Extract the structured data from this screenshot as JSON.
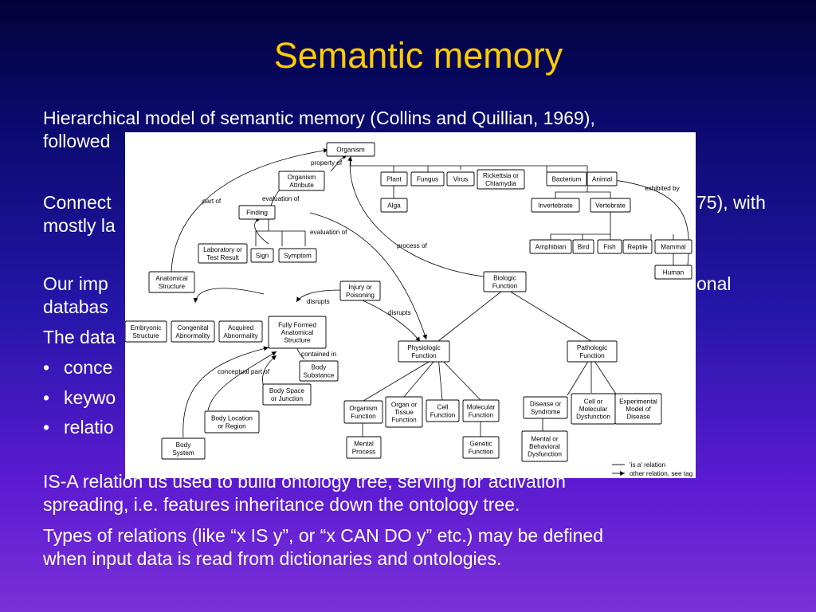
{
  "slide": {
    "title": "Semantic memory",
    "lines": [
      "Hierarchical model of semantic memory (Collins and Quillian, 1969),",
      "followed",
      "Connect",
      "75), with",
      "mostly la",
      "Our imp",
      "onal",
      "databas",
      "The data",
      "IS-A relation us used to build ontology tree, serving for activation",
      "spreading, i.e. features inheritance down the ontology tree.",
      "Types of relations (like “x IS y”, or “x CAN DO y” etc.) may be defined",
      "when input data is read from dictionaries and ontologies."
    ],
    "bullets": [
      "conce",
      "keywo",
      "relatio"
    ],
    "bullet_char": "•"
  },
  "diagram": {
    "nodes": [
      [
        "Organism"
      ],
      [
        "Organism",
        "Attribute"
      ],
      [
        "Plant"
      ],
      [
        "Fungus"
      ],
      [
        "Virus"
      ],
      [
        "Rickettsia or",
        "Chlamydia"
      ],
      [
        "Bacterium"
      ],
      [
        "Animal"
      ],
      [
        "Alga"
      ],
      [
        "Invertebrate"
      ],
      [
        "Vertebrate"
      ],
      [
        "Finding"
      ],
      [
        "Laboratory or",
        "Test Result"
      ],
      [
        "Sign"
      ],
      [
        "Symptom"
      ],
      [
        "Amphibian"
      ],
      [
        "Bird"
      ],
      [
        "Fish"
      ],
      [
        "Reptile"
      ],
      [
        "Mammal"
      ],
      [
        "Human"
      ],
      [
        "Anatomical",
        "Structure"
      ],
      [
        "Injury or",
        "Poisoning"
      ],
      [
        "Biologic",
        "Function"
      ],
      [
        "Embryonic",
        "Structure"
      ],
      [
        "Congenital",
        "Abnormality"
      ],
      [
        "Acquired",
        "Abnormality"
      ],
      [
        "Fully Formed",
        "Anatomical",
        "Structure"
      ],
      [
        "Physiologic",
        "Function"
      ],
      [
        "Pathologic",
        "Function"
      ],
      [
        "Body",
        "Substance"
      ],
      [
        "Body Space",
        "or Junction"
      ],
      [
        "Body Location",
        "or Region"
      ],
      [
        "Body",
        "System"
      ],
      [
        "Organism",
        "Function"
      ],
      [
        "Organ or",
        "Tissue",
        "Function"
      ],
      [
        "Cell",
        "Function"
      ],
      [
        "Molecular",
        "Function"
      ],
      [
        "Disease or",
        "Syndrome"
      ],
      [
        "Cell or",
        "Molecular",
        "Dysfunction"
      ],
      [
        "Experimental",
        "Model of",
        "Disease"
      ],
      [
        "Mental",
        "Process"
      ],
      [
        "Genetic",
        "Function"
      ],
      [
        "Mental or",
        "Behavioral",
        "Dysfunction"
      ]
    ],
    "relation_labels": [
      "property of",
      "part of",
      "evaluation of",
      "evaluation of",
      "process of",
      "exhibited by",
      "disrupts",
      "disrupts",
      "contained in",
      "conceptual part of"
    ],
    "legend": [
      "'is a' relation",
      "other relation, see tag"
    ]
  }
}
